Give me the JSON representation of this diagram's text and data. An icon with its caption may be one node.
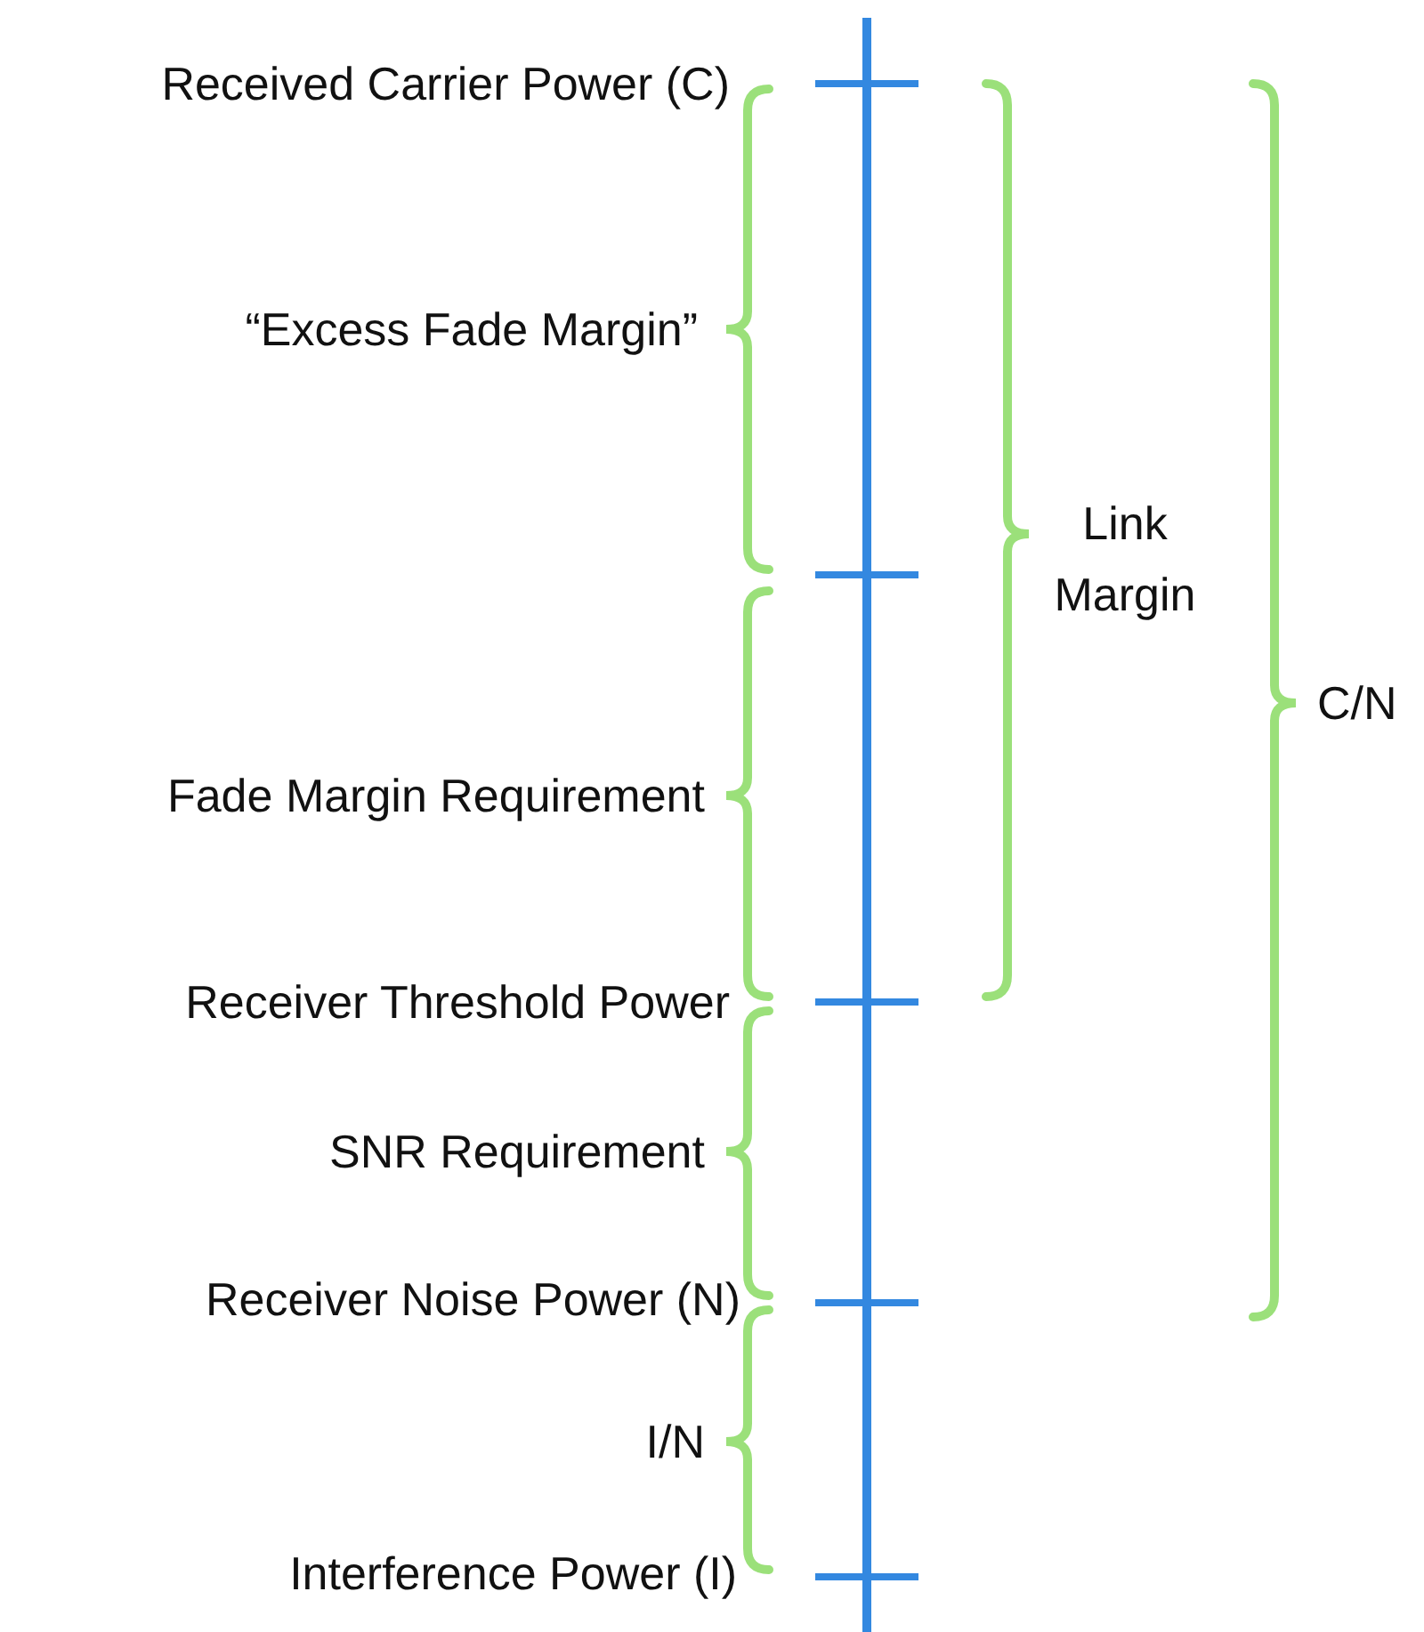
{
  "diagram": {
    "labels": [
      "Received Carrier Power (C)",
      "“Excess Fade Margin”",
      "Link Margin",
      "C/N",
      "Fade Margin Requirement",
      "Receiver Threshold Power",
      "SNR Requirement",
      "Receiver Noise Power (N)",
      "I/N",
      "Interference Power (I)"
    ]
  }
}
